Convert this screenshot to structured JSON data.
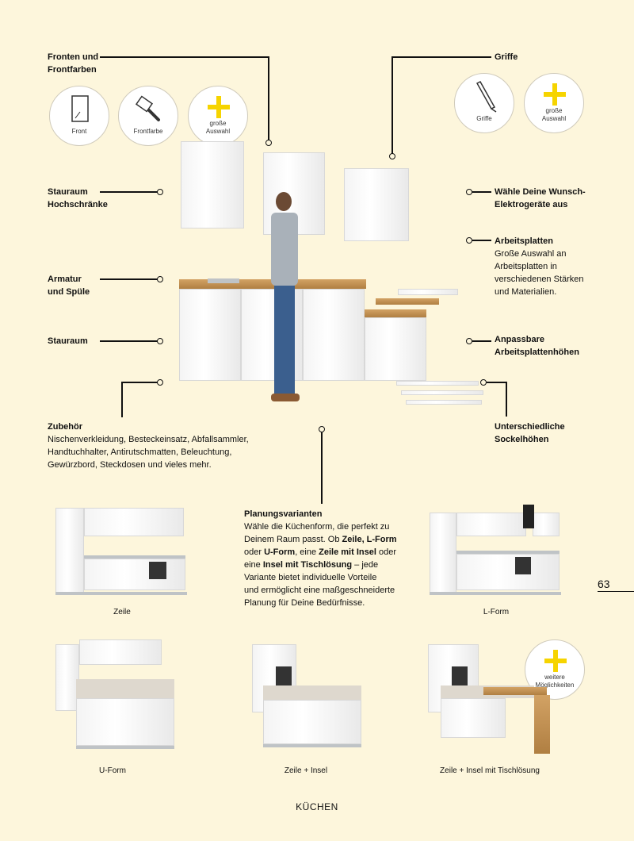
{
  "labels": {
    "fronten": "Fronten und\nFrontfarben",
    "griffe_title": "Griffe",
    "stauraum_hoch": "Stauraum\nHochschränke",
    "armatur": "Armatur\nund Spüle",
    "stauraum": "Stauraum",
    "zubehoer_title": "Zubehör",
    "zubehoer_text": "Nischenverkleidung, Besteckeinsatz, Abfallsammler,\nHandtuchhalter, Antirutschmatten, Beleuchtung,\nGewürzbord, Steckdosen und vieles mehr.",
    "elektro": "Wähle Deine Wunsch-\nElektrogeräte aus",
    "arbeitsplatten_title": "Arbeitsplatten",
    "arbeitsplatten_text": "Große Auswahl an\nArbeitsplatten in\nverschiedenen Stärken\nund Materialien.",
    "anpassbare": "Anpassbare\nArbeitsplattenhöhen",
    "sockel": "Unterschiedliche\nSockelhöhen",
    "planung_title": "Planungsvarianten"
  },
  "planung_text": {
    "p1": "Wähle die Küchenform, die perfekt zu\nDeinem Raum passt. Ob ",
    "b1": "Zeile, L-Form",
    "p2": "\noder ",
    "b2": "U-Form",
    "p3": ", eine ",
    "b3": "Zeile mit Insel",
    "p4": " oder\neine ",
    "b4": "Insel mit Tischlösung",
    "p5": " – jede\nVariante bietet individuelle Vorteile\nund ermöglicht eine maßgeschneiderte\nPlanung für Deine Bedürfnisse."
  },
  "circles": {
    "front": "Front",
    "frontfarbe": "Frontfarbe",
    "grosse_auswahl": "große\nAuswahl",
    "griffe": "Griffe",
    "grosse_auswahl2": "große\nAuswahl",
    "weitere": "weitere\nMöglichkeiten"
  },
  "plans": {
    "zeile": "Zeile",
    "lform": "L-Form",
    "uform": "U-Form",
    "zeile_insel": "Zeile + Insel",
    "zeile_insel_tisch": "Zeile + Insel mit Tischlösung"
  },
  "footer": "KÜCHEN",
  "page_number": "63",
  "colors": {
    "background": "#fdf6dc",
    "accent": "#f6d400"
  },
  "icons": [
    "front-icon",
    "paint-brush-icon",
    "plus-icon",
    "handle-icon"
  ]
}
